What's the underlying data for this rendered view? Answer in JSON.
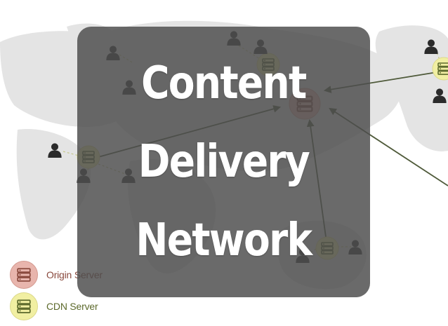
{
  "title_lines": [
    "Content",
    "Delivery",
    "Network"
  ],
  "legend": [
    {
      "label": "Origin Server",
      "kind": "origin"
    },
    {
      "label": "CDN Server",
      "kind": "cdn"
    }
  ],
  "colors": {
    "land": "#e4e4e4",
    "user_icon": "#2b2b2b",
    "origin_fill": "#e8b5ad",
    "origin_text": "#8a4a3e",
    "cdn_fill": "#f1efa2",
    "cdn_text": "#5d6a2c",
    "arrow": "#4f5a3a",
    "overlay": "#4e4e4e"
  },
  "icons": {
    "user": "user-icon",
    "server": "server-icon"
  }
}
